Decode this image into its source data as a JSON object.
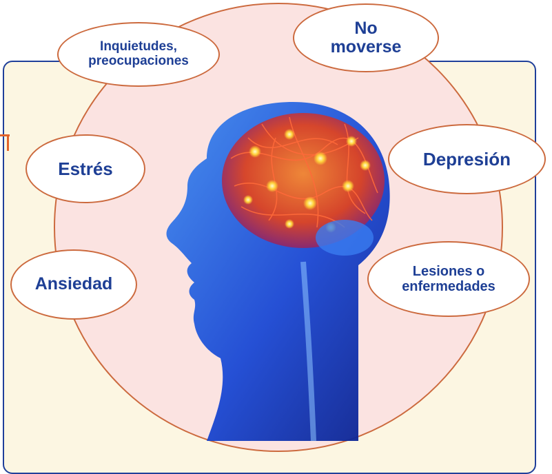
{
  "bubbles": {
    "worries": {
      "line1": "Inquietudes,",
      "line2": "preocupaciones"
    },
    "not_moving": {
      "line1": "No",
      "line2": "moverse"
    },
    "stress": {
      "label": "Estrés"
    },
    "depression": {
      "label": "Depresión"
    },
    "anxiety": {
      "label": "Ansiedad"
    },
    "injuries": {
      "line1": "Lesiones o",
      "line2": "enfermedades"
    }
  },
  "colors": {
    "bubble_text": "#1e3f95",
    "bubble_border": "#cc6a3e",
    "circle_fill": "#fbe3e1",
    "panel_fill": "#fcf6e2",
    "panel_border": "#1f3f9a"
  },
  "illustration": {
    "subject": "head-with-glowing-brain-neurons"
  }
}
